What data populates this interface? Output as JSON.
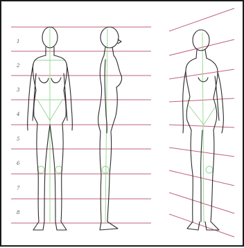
{
  "figure": {
    "views": [
      "front",
      "side",
      "three-quarter"
    ],
    "proportion_units": 8,
    "row_labels": [
      "1",
      "2",
      "3",
      "4",
      "5",
      "6",
      "7",
      "8"
    ]
  },
  "colors": {
    "guide_lines": "#c2607a",
    "construction_lines": "#8fd48f",
    "outline": "#2a2a2a",
    "frame": "#1a1a1a"
  }
}
